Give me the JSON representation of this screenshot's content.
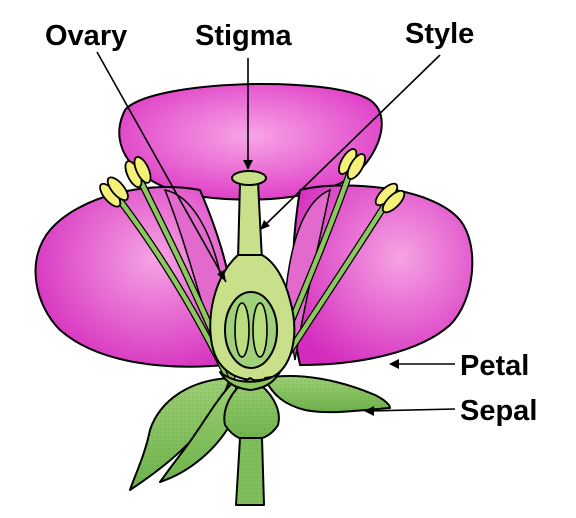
{
  "labels": {
    "ovary": "Ovary",
    "stigma": "Stigma",
    "style": "Style",
    "petal": "Petal",
    "sepal": "Sepal"
  },
  "colors": {
    "petal_light": "#f7a6e6",
    "petal_dark": "#d92fc0",
    "sepal": "#7fbf5b",
    "pistil": "#c9e08a",
    "stamen_filament": "#8cc75f",
    "anther": "#f4f078",
    "ovule": "#b7dd7e",
    "label_text": "#000000"
  }
}
